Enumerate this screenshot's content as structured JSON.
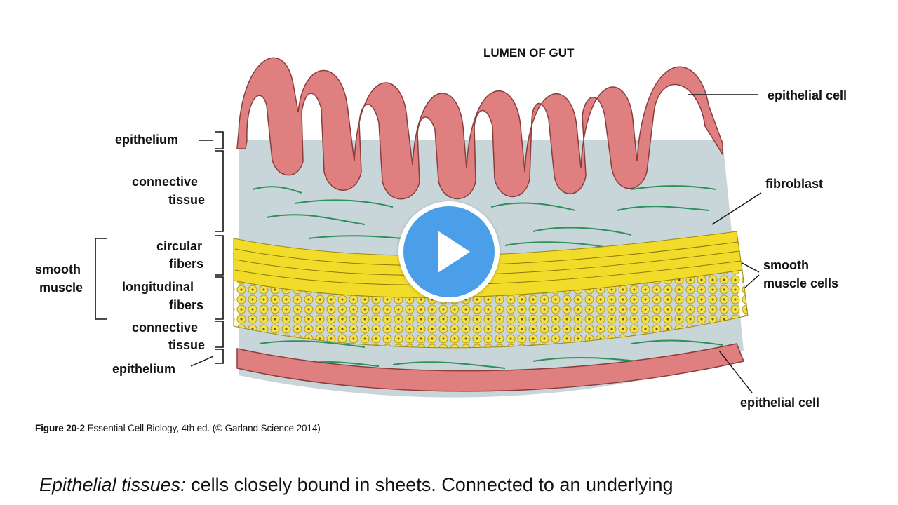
{
  "diagram": {
    "labels": {
      "lumen": "LUMEN OF GUT",
      "epithelial_cell_top": "epithelial cell",
      "epithelium_top": "epithelium",
      "connective_tissue_top_1": "connective",
      "connective_tissue_top_2": "tissue",
      "fibroblast": "fibroblast",
      "circular_fibers_1": "circular",
      "circular_fibers_2": "fibers",
      "smooth_muscle_1": "smooth",
      "smooth_muscle_2": "muscle",
      "longitudinal_fibers_1": "longitudinal",
      "longitudinal_fibers_2": "fibers",
      "smooth_muscle_cells_1": "smooth",
      "smooth_muscle_cells_2": "muscle cells",
      "connective_tissue_bottom_1": "connective",
      "connective_tissue_bottom_2": "tissue",
      "epithelium_bottom": "epithelium",
      "epithelial_cell_bottom": "epithelial cell"
    },
    "colors": {
      "epithelium": "#e07f7f",
      "epithelium_dark": "#b55a5a",
      "connective": "#c9d6d9",
      "fiber": "#2f8f5a",
      "muscle": "#f2dc2a",
      "muscle_dark": "#caa90f"
    }
  },
  "caption": {
    "figure": "Figure 20-2",
    "source": "Essential Cell Biology, 4th ed. (© Garland Science 2014)"
  },
  "body": {
    "term": "Epithelial tissues:",
    "text": " cells closely bound in sheets. Connected to an underlying"
  },
  "player": {
    "play_icon": "play-icon",
    "accent": "#4a9fe8"
  }
}
